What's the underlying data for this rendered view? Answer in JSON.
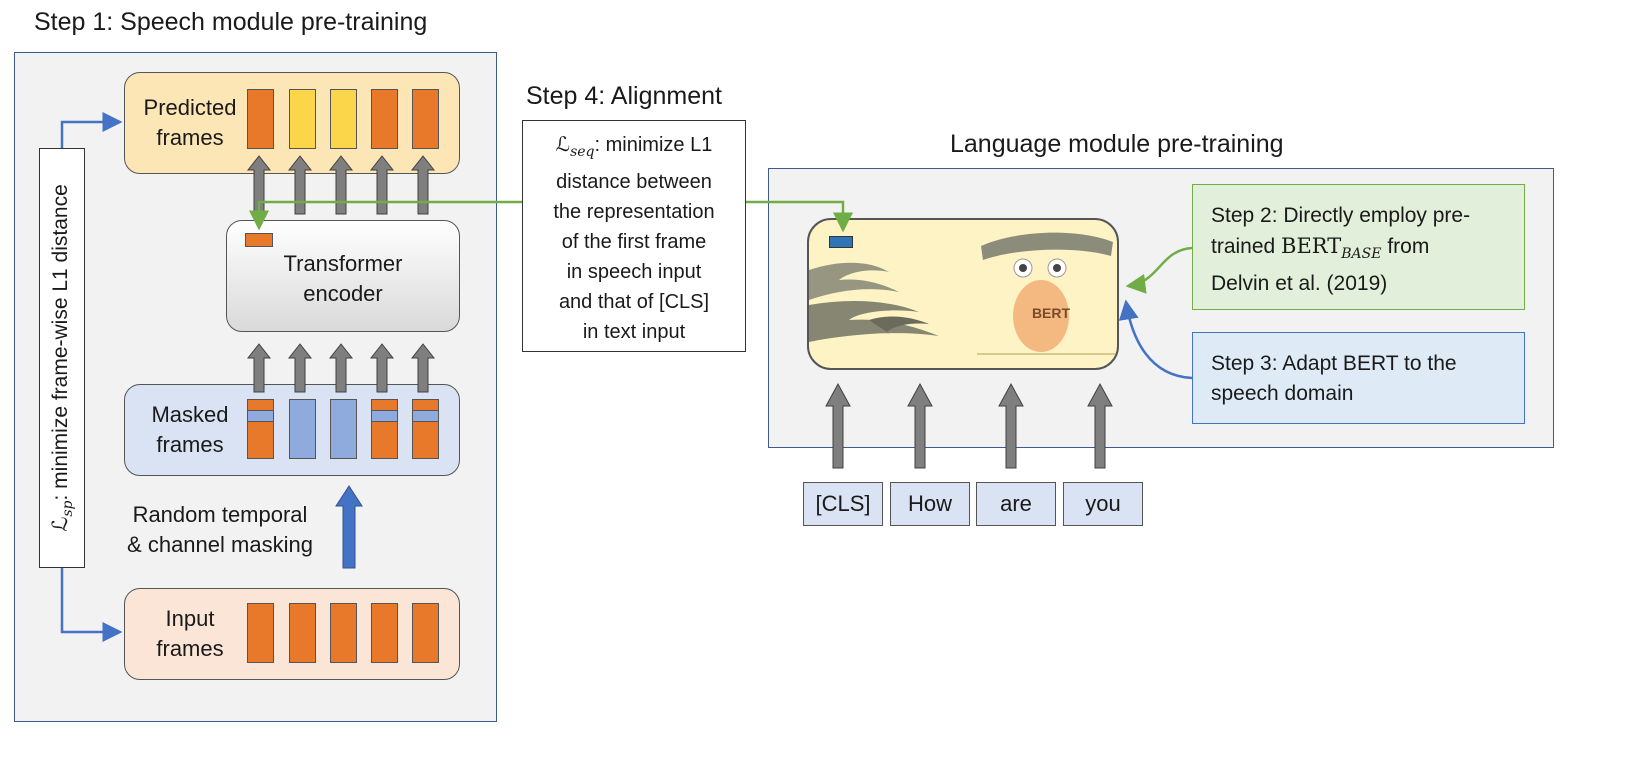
{
  "titles": {
    "step1": "Step 1: Speech module pre-training",
    "step4": "Step 4: Alignment",
    "language": "Language module pre-training"
  },
  "speech": {
    "predicted_label_1": "Predicted",
    "predicted_label_2": "frames",
    "encoder_label_1": "Transformer",
    "encoder_label_2": "encoder",
    "masked_label_1": "Masked",
    "masked_label_2": "frames",
    "masking_label_1": "Random temporal",
    "masking_label_2": "& channel masking",
    "input_label_1": "Input",
    "input_label_2": "frames",
    "loss_symbol": "ℒ",
    "loss_sub": "sp",
    "loss_text": ": minimize frame-wise L1 distance"
  },
  "alignment": {
    "loss_symbol": "ℒ",
    "loss_sub": "seq",
    "lines": [
      ": minimize L1",
      "distance between",
      "the representation",
      "of the first frame",
      "in speech input",
      "and that of [CLS]",
      "in text input"
    ]
  },
  "language": {
    "bert_label": "BERT",
    "tokens": [
      "[CLS]",
      "How",
      "are",
      "you"
    ],
    "step2_line1": "Step 2: Directly employ pre-",
    "step2_line2a": "trained ",
    "step2_bert": "BERT",
    "step2_sub": "BASE",
    "step2_line2b": " from",
    "step2_line3": "Delvin et al. (2019)",
    "step3_line1": "Step 3: Adapt BERT to the",
    "step3_line2": "speech domain"
  },
  "colors": {
    "panel_bg": "#f2f2f2",
    "panel_border": "#3f5a8f",
    "frame_orange": "#e8782a",
    "frame_yellow": "#fbd54a",
    "frame_blue": "#8faadc",
    "arrow_gray": "#7f7f7f",
    "arrow_blue": "#4472c4",
    "align_green": "#70ad47",
    "step2_bg": "#e2efda",
    "step3_bg": "#deebf7",
    "token_bg": "#dae3f3",
    "bert_bg": "#fdf3c4"
  },
  "icons": {
    "bert": "bert-muppet-icon",
    "flames": "flames-icon"
  }
}
